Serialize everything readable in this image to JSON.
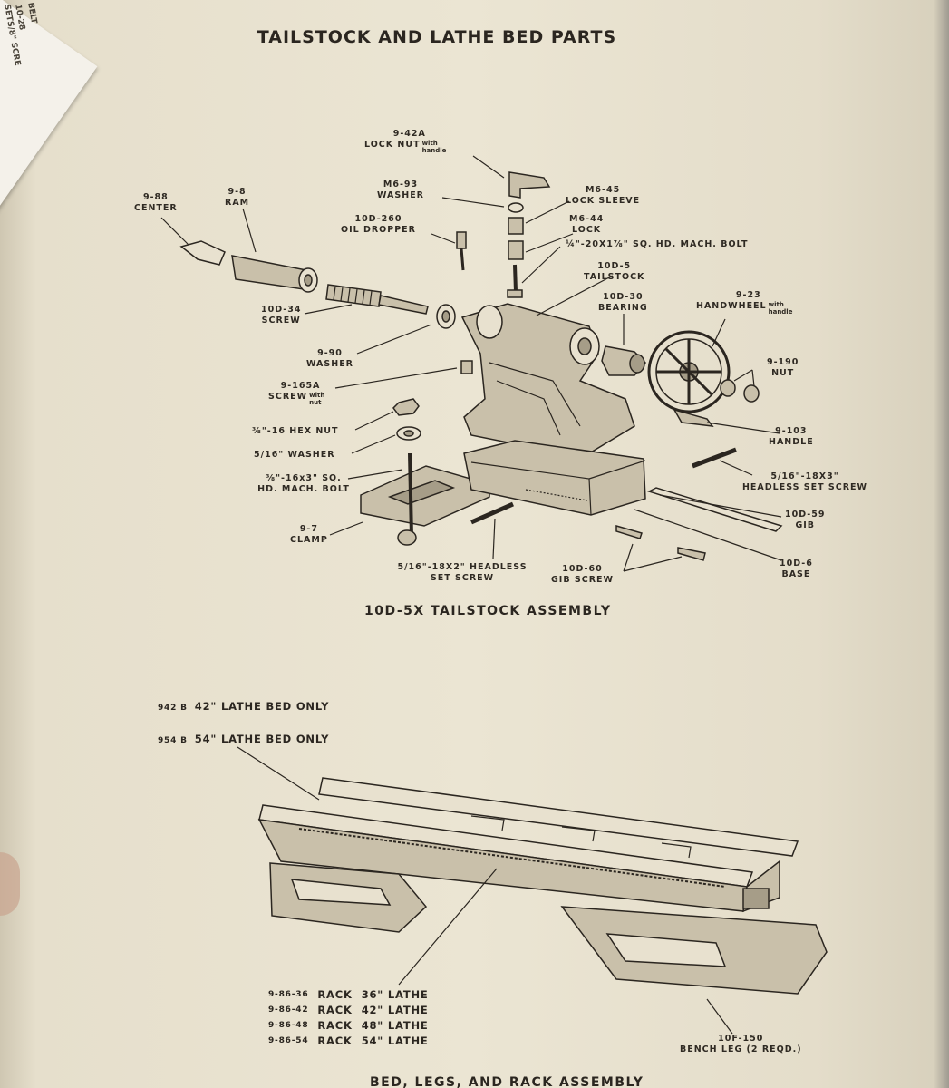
{
  "corner_note": {
    "line1": "BELT",
    "line2": "10-28",
    "line3": "SETS/8\" SCRE"
  },
  "page_title": "TAILSTOCK AND LATHE BED PARTS",
  "tailstock_labels": [
    {
      "id": "center",
      "num": "9-88",
      "name": "CENTER",
      "note": ""
    },
    {
      "id": "ram",
      "num": "9-8",
      "name": "RAM",
      "note": ""
    },
    {
      "id": "lock-nut",
      "num": "9-42A",
      "name": "LOCK NUT",
      "note": "with handle"
    },
    {
      "id": "washer-m6",
      "num": "M6-93",
      "name": "WASHER",
      "note": ""
    },
    {
      "id": "oil-dropper",
      "num": "10D-260",
      "name": "OIL DROPPER",
      "note": ""
    },
    {
      "id": "lock-sleeve",
      "num": "M6-45",
      "name": "LOCK SLEEVE",
      "note": ""
    },
    {
      "id": "lock",
      "num": "M6-44",
      "name": "LOCK",
      "note": ""
    },
    {
      "id": "mach-bolt",
      "num": "",
      "name": "¼\"-20X1⅞\"  SQ. HD. MACH. BOLT",
      "note": ""
    },
    {
      "id": "tailstock",
      "num": "10D-5",
      "name": "TAILSTOCK",
      "note": ""
    },
    {
      "id": "bearing",
      "num": "10D-30",
      "name": "BEARING",
      "note": ""
    },
    {
      "id": "handwheel",
      "num": "9-23",
      "name": "HANDWHEEL",
      "note": "with handle"
    },
    {
      "id": "screw-10d34",
      "num": "10D-34",
      "name": "SCREW",
      "note": ""
    },
    {
      "id": "washer-990",
      "num": "9-90",
      "name": "WASHER",
      "note": ""
    },
    {
      "id": "nut",
      "num": "9-190",
      "name": "NUT",
      "note": ""
    },
    {
      "id": "screw-9165a",
      "num": "9-165A",
      "name": "SCREW",
      "note": "with nut"
    },
    {
      "id": "hex-nut",
      "num": "",
      "name": "⅜\"-16 HEX NUT",
      "note": ""
    },
    {
      "id": "washer-516",
      "num": "",
      "name": "5/16\" WASHER",
      "note": ""
    },
    {
      "id": "handle",
      "num": "9-103",
      "name": "HANDLE",
      "note": ""
    },
    {
      "id": "headless-set-screw-1",
      "num": "",
      "name": "5/16\"-18X3\" HEADLESS SET SCREW",
      "note": ""
    },
    {
      "id": "sq-hd-bolt",
      "num": "",
      "name": "⅜\"-16x3\" SQ. HD. MACH. BOLT",
      "note": ""
    },
    {
      "id": "gib",
      "num": "10D-59",
      "name": "GIB",
      "note": ""
    },
    {
      "id": "clamp",
      "num": "9-7",
      "name": "CLAMP",
      "note": ""
    },
    {
      "id": "base",
      "num": "10D-6",
      "name": "BASE",
      "note": ""
    },
    {
      "id": "headless-set-screw-2",
      "num": "",
      "name": "5/16\"-18X2\" HEADLESS SET SCREW",
      "note": ""
    },
    {
      "id": "gib-screw",
      "num": "10D-60",
      "name": "GIB SCREW",
      "note": ""
    }
  ],
  "tailstock_caption": "10D-5X    TAILSTOCK ASSEMBLY",
  "bed_labels": [
    {
      "num": "942 B",
      "text": "42\" LATHE BED ONLY"
    },
    {
      "num": "954 B",
      "text": "54\" LATHE BED ONLY"
    }
  ],
  "racks": [
    {
      "num": "9-86-36",
      "name": "RACK",
      "size": "36\" LATHE"
    },
    {
      "num": "9-86-42",
      "name": "RACK",
      "size": "42\" LATHE"
    },
    {
      "num": "9-86-48",
      "name": "RACK",
      "size": "48\" LATHE"
    },
    {
      "num": "9-86-54",
      "name": "RACK",
      "size": "54\" LATHE"
    }
  ],
  "bench_leg": {
    "num": "10F-150",
    "name": "BENCH LEG (2 REQD.)"
  },
  "bed_caption": "BED, LEGS, AND RACK ASSEMBLY"
}
